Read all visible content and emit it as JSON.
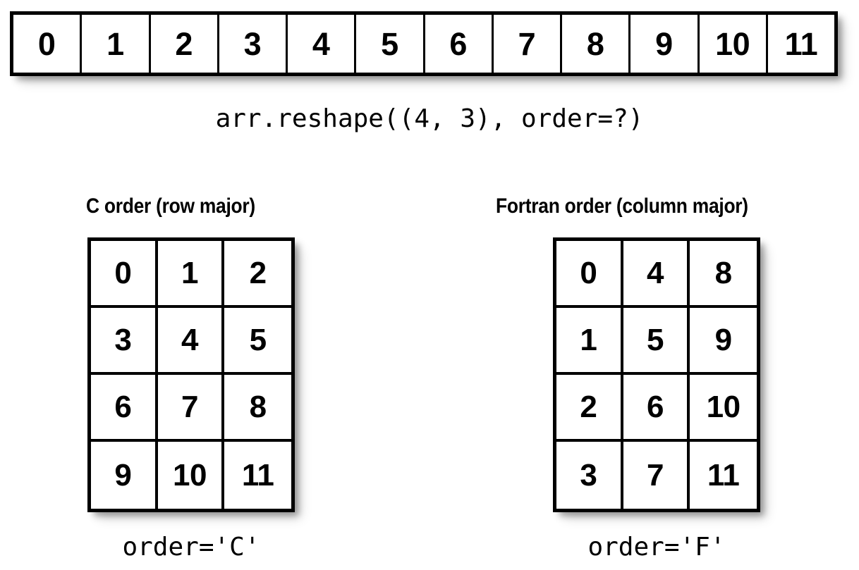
{
  "flat_array": {
    "label": "flat-array-strip",
    "values": [
      "0",
      "1",
      "2",
      "3",
      "4",
      "5",
      "6",
      "7",
      "8",
      "9",
      "10",
      "11"
    ]
  },
  "reshape_call": "arr.reshape((4, 3), order=?)",
  "panels": [
    {
      "id": "c",
      "heading": "C order (row major)",
      "caption": "order='C'",
      "rows": [
        [
          "0",
          "1",
          "2"
        ],
        [
          "3",
          "4",
          "5"
        ],
        [
          "6",
          "7",
          "8"
        ],
        [
          "9",
          "10",
          "11"
        ]
      ]
    },
    {
      "id": "f",
      "heading": "Fortran order (column major)",
      "caption": "order='F'",
      "rows": [
        [
          "0",
          "4",
          "8"
        ],
        [
          "1",
          "5",
          "9"
        ],
        [
          "2",
          "6",
          "10"
        ],
        [
          "3",
          "7",
          "11"
        ]
      ]
    }
  ],
  "colors": {
    "background": "#ffffff",
    "ink": "#000000",
    "shadow": "#b4b4b4"
  }
}
